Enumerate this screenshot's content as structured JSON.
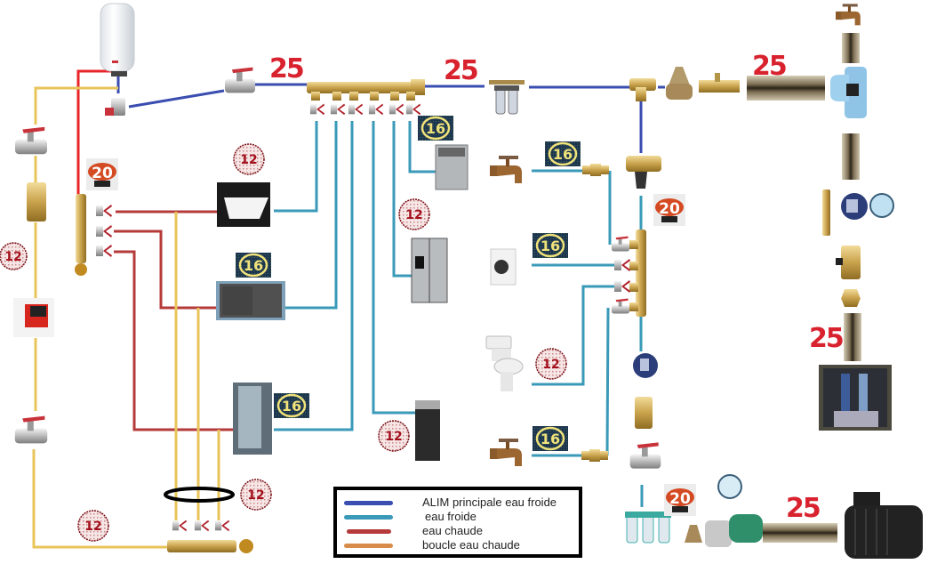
{
  "title": "Schéma plomberie - alimentation eau froide / eau chaude",
  "colors": {
    "alim_principale": "#3a4db0",
    "eau_froide": "#3a9ab8",
    "eau_chaude": "#b53a3a",
    "boucle_eau_chaude": "#e8c55a",
    "boucle_legend": "#d98c4a",
    "label_red": "#d8232f"
  },
  "legend": {
    "items": [
      {
        "label": "ALIM principale eau froide",
        "color": "#3a4db0"
      },
      {
        "label": "eau froide",
        "color": "#3a9ab8"
      },
      {
        "label": "eau chaude",
        "color": "#b53a3a"
      },
      {
        "label": "boucle eau chaude",
        "color": "#d98c4a"
      }
    ]
  },
  "pipe_diameters": {
    "d25": "25",
    "d20": "20",
    "d16": "16",
    "d12": "12"
  },
  "components": {
    "water_heater": "chauffe-eau",
    "safety_group": "groupe de sécurité",
    "main_manifold": "nourrice eau froide 6 départs",
    "hot_manifold": "nourrice eau chaude 3 départs",
    "loop_manifold": "nourrice boucle 3 départs",
    "laundry_manifold": "nourrice 4 départs",
    "filter_double": "filtre double",
    "filter_triple": "filtre triple",
    "pressure_reducer": "réducteur de pression",
    "backflow_preventer": "disconnecteur",
    "circulator_pump": "circulateur",
    "pump": "surpresseur",
    "tank": "cuve",
    "meter_box": "regard compteur",
    "appliances": [
      "lavabo",
      "évier",
      "douche",
      "lave-vaisselle",
      "réfrigérateur",
      "lave-mains",
      "robinet extérieur",
      "lave-linge",
      "WC",
      "robinet extérieur"
    ]
  }
}
